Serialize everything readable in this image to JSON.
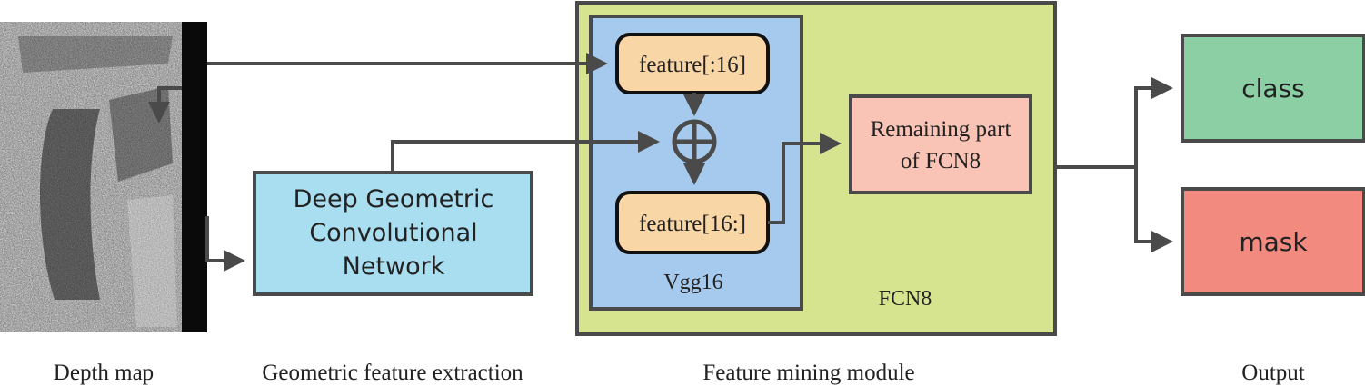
{
  "nodes": {
    "feature_early": "feature[:16]",
    "feature_late": "feature[16:]",
    "dgcn_line1": "Deep Geometric",
    "dgcn_line2": "Convolutional",
    "dgcn_line3": "Network",
    "remaining_line1": "Remaining part",
    "remaining_line2": "of FCN8",
    "class_output": "class",
    "mask_output": "mask"
  },
  "groups": {
    "vgg16": "Vgg16",
    "fcn8": "FCN8"
  },
  "captions": {
    "depth_map": "Depth map",
    "geometric_extraction": "Geometric feature extraction",
    "feature_mining": "Feature mining module",
    "output": "Output"
  },
  "colors": {
    "dgcn_fill": "#a9def0",
    "fcn8_fill": "#d6e38f",
    "vgg16_fill": "#a6c9ee",
    "feature_fill": "#f9d6a5",
    "remaining_fill": "#f9c4b6",
    "class_fill": "#8ccfa4",
    "mask_fill": "#f28a80",
    "connector": "#4a4a4a"
  },
  "icons": {
    "sum_node": "circled-plus-icon"
  }
}
